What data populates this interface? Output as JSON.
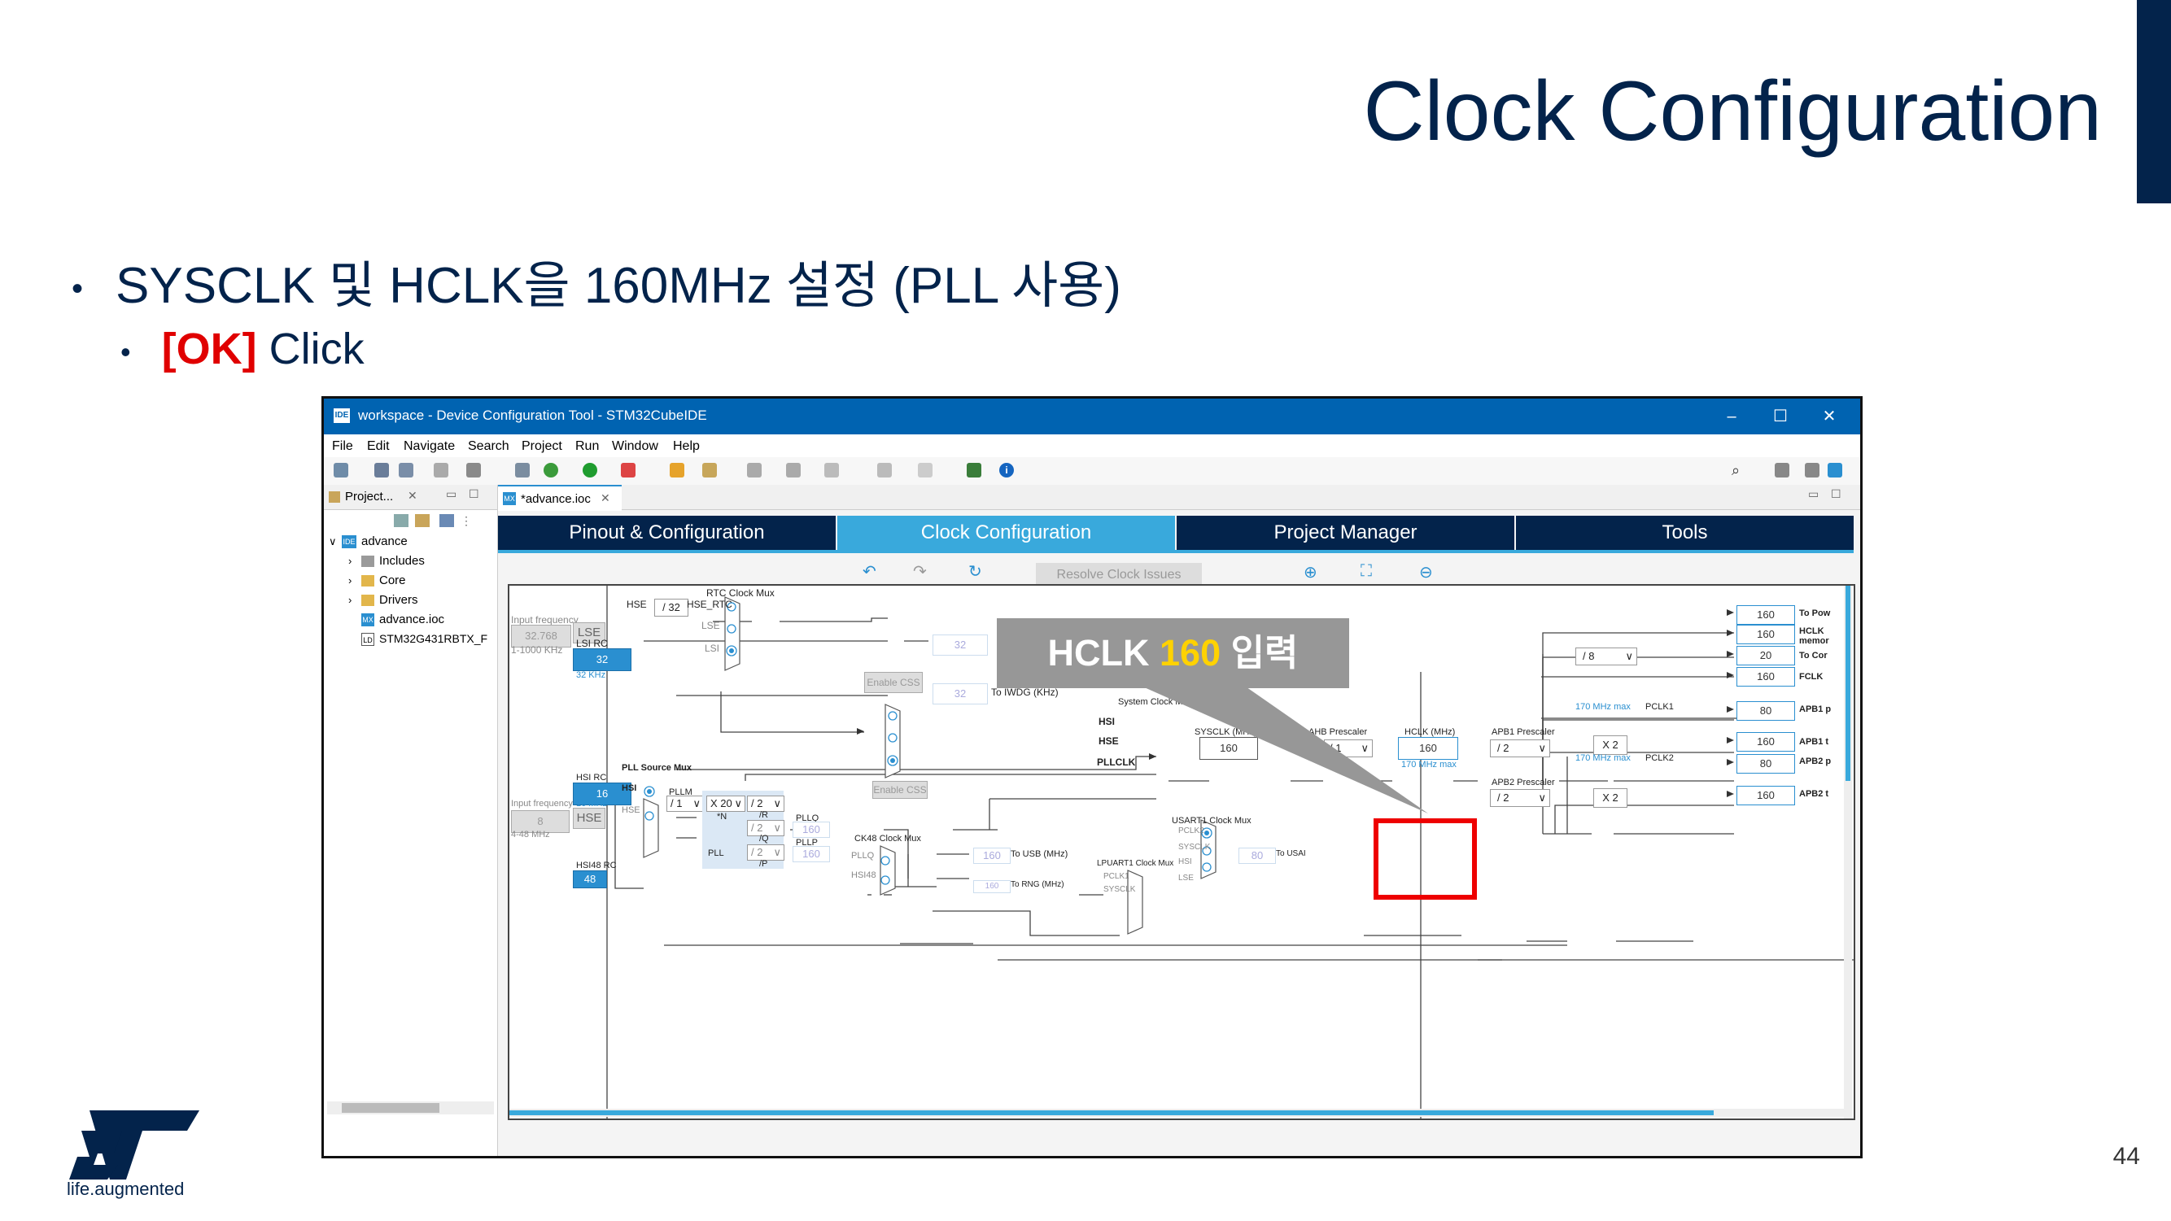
{
  "slide": {
    "title": "Clock Configuration",
    "bullet1": "SYSCLK 및 HCLK을 160MHz 설정 (PLL 사용)",
    "bullet2_em": "[OK]",
    "bullet2_rest": " Click",
    "page_number": "44",
    "tagline": "life.augmented"
  },
  "window": {
    "title": "workspace - Device Configuration Tool - STM32CubeIDE",
    "menu": [
      "File",
      "Edit",
      "Navigate",
      "Search",
      "Project",
      "Run",
      "Window",
      "Help"
    ]
  },
  "explorer": {
    "tab_label": "Project...",
    "tree": [
      "advance",
      "Includes",
      "Core",
      "Drivers",
      "advance.ioc",
      "STM32G431RBTX_F"
    ]
  },
  "editor": {
    "file_tab": "*advance.ioc",
    "tabs": [
      "Pinout & Configuration",
      "Clock Configuration",
      "Project Manager",
      "Tools"
    ],
    "resolve_button": "Resolve Clock Issues"
  },
  "clock": {
    "rtc_mux": "RTC Clock Mux",
    "hse": "HSE",
    "div32": "/ 32",
    "hse_rtc": "HSE_RTC",
    "lse": "LSE",
    "lsi": "LSI",
    "input_freq": "Input frequency",
    "lse_val": "32.768",
    "lse_range": "1-1000 KHz",
    "lsi_rc": "LSI RC",
    "lsi_val": "32",
    "lsi_khz": "32 KHz",
    "rtc_out": "32",
    "enable_css": "Enable CSS",
    "iwdg_val": "32",
    "iwdg": "To IWDG (KHz)",
    "sys_mux": "System Clock Mux",
    "hsi": "HSI",
    "pllclk": "PLLCLK",
    "sysclk_lbl": "SYSCLK (MHz)",
    "sysclk_val": "160",
    "ahb_lbl": "AHB Prescaler",
    "ahb_val": "/ 1",
    "hclk_lbl": "HCLK (MHz)",
    "hclk_val": "160",
    "hclk_max": "170 MHz max",
    "apb1_lbl": "APB1 Prescaler",
    "apb1_val": "/ 2",
    "apb2_lbl": "APB2 Prescaler",
    "apb2_val": "/ 2",
    "x2": "X 2",
    "div8": "/ 8",
    "max170": "170 MHz max",
    "pclk1": "PCLK1",
    "pclk2": "PCLK2",
    "out_values": [
      "160",
      "160",
      "20",
      "160",
      "80",
      "160",
      "80",
      "160"
    ],
    "out_labels": [
      "To Pow",
      "HCLK memor",
      "To Cor",
      "FCLK",
      "APB1 p",
      "APB1 t",
      "APB2 p",
      "APB2 t"
    ],
    "pll_src_mux": "PLL Source Mux",
    "hsi_rc": "HSI RC",
    "hsi_val": "16",
    "hsi_mhz": "16 MHz",
    "hse_val": "8",
    "hse_range": "4-48 MHz",
    "pllm": "PLLM",
    "pllm_val": "/ 1",
    "plln_val": "X 20",
    "plln": "*N",
    "pllr_val": "/ 2",
    "pllr": "/R",
    "pllq_val": "/ 2",
    "pllq": "/Q",
    "pllp_val": "/ 2",
    "pllp": "/P",
    "pll": "PLL",
    "pllq_lbl": "PLLQ",
    "pllq_out": "160",
    "pllp_lbl": "PLLP",
    "pllp_out": "160",
    "ck48_mux": "CK48 Clock Mux",
    "pllq_in": "PLLQ",
    "hsi48_in": "HSI48",
    "usb_val": "160",
    "usb": "To USB (MHz)",
    "hsi48_rc": "HSI48 RC",
    "hsi48_val": "48",
    "usart1_mux": "USART1 Clock Mux",
    "usart_in": [
      "PCLK2",
      "SYSCLK",
      "HSI",
      "LSE"
    ],
    "usart_val": "80",
    "usart_out": "To USAI",
    "lpuart_mux": "LPUART1 Clock Mux",
    "pclk1_in": "PCLK1",
    "sysclk_in": "SYSCLK",
    "rng_val": "160",
    "rng": "To RNG (MHz)"
  },
  "callout": {
    "prefix": "HCLK ",
    "value": "160",
    "suffix": " 입력"
  },
  "colors": {
    "navy": "#03234b",
    "accent_red": "#e00000",
    "tab_active": "#39a9dc",
    "tab_dark": "#03234b",
    "callout_gray": "#979797",
    "value_yellow": "#ffd200"
  }
}
